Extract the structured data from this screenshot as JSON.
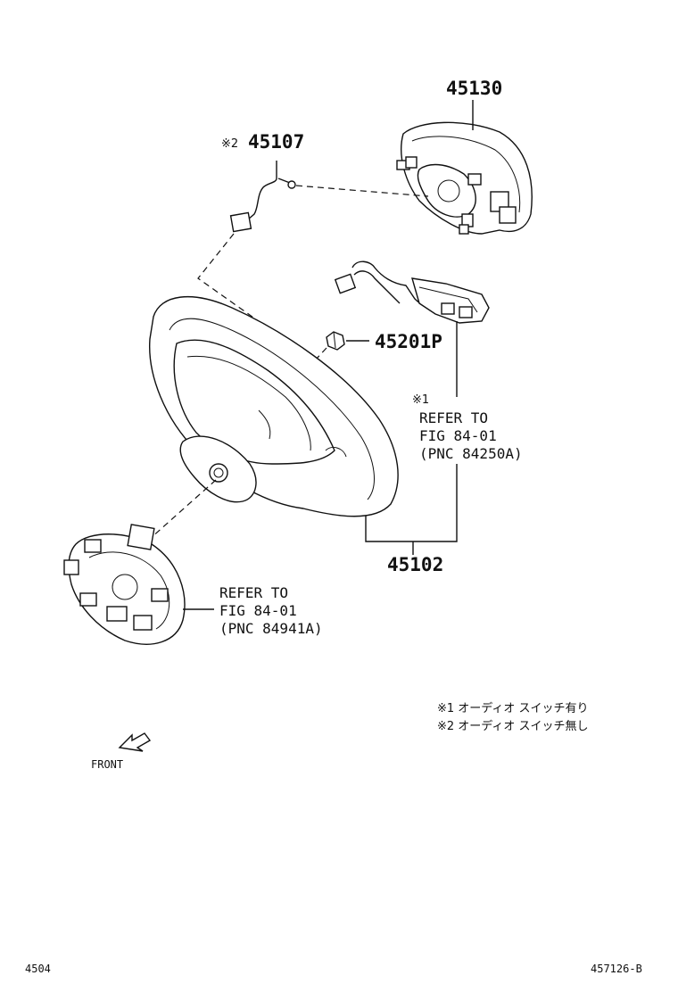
{
  "parts": {
    "p45130": "45130",
    "p45107_mark": "※2",
    "p45107": "45107",
    "p45201p": "45201P",
    "p45102": "45102"
  },
  "refer_switch": {
    "mark": "※1",
    "line1": "REFER TO",
    "line2": "FIG 84-01",
    "line3": "(PNC 84250A)"
  },
  "refer_spiral": {
    "line1": "REFER TO",
    "line2": "FIG 84-01",
    "line3": "(PNC 84941A)"
  },
  "notes": [
    "※1 オーディオ スイッチ有り",
    "※2 オーディオ スイッチ無し"
  ],
  "front_label": "FRONT",
  "footer": {
    "page": "4504",
    "drawing_id": "457126-B"
  }
}
